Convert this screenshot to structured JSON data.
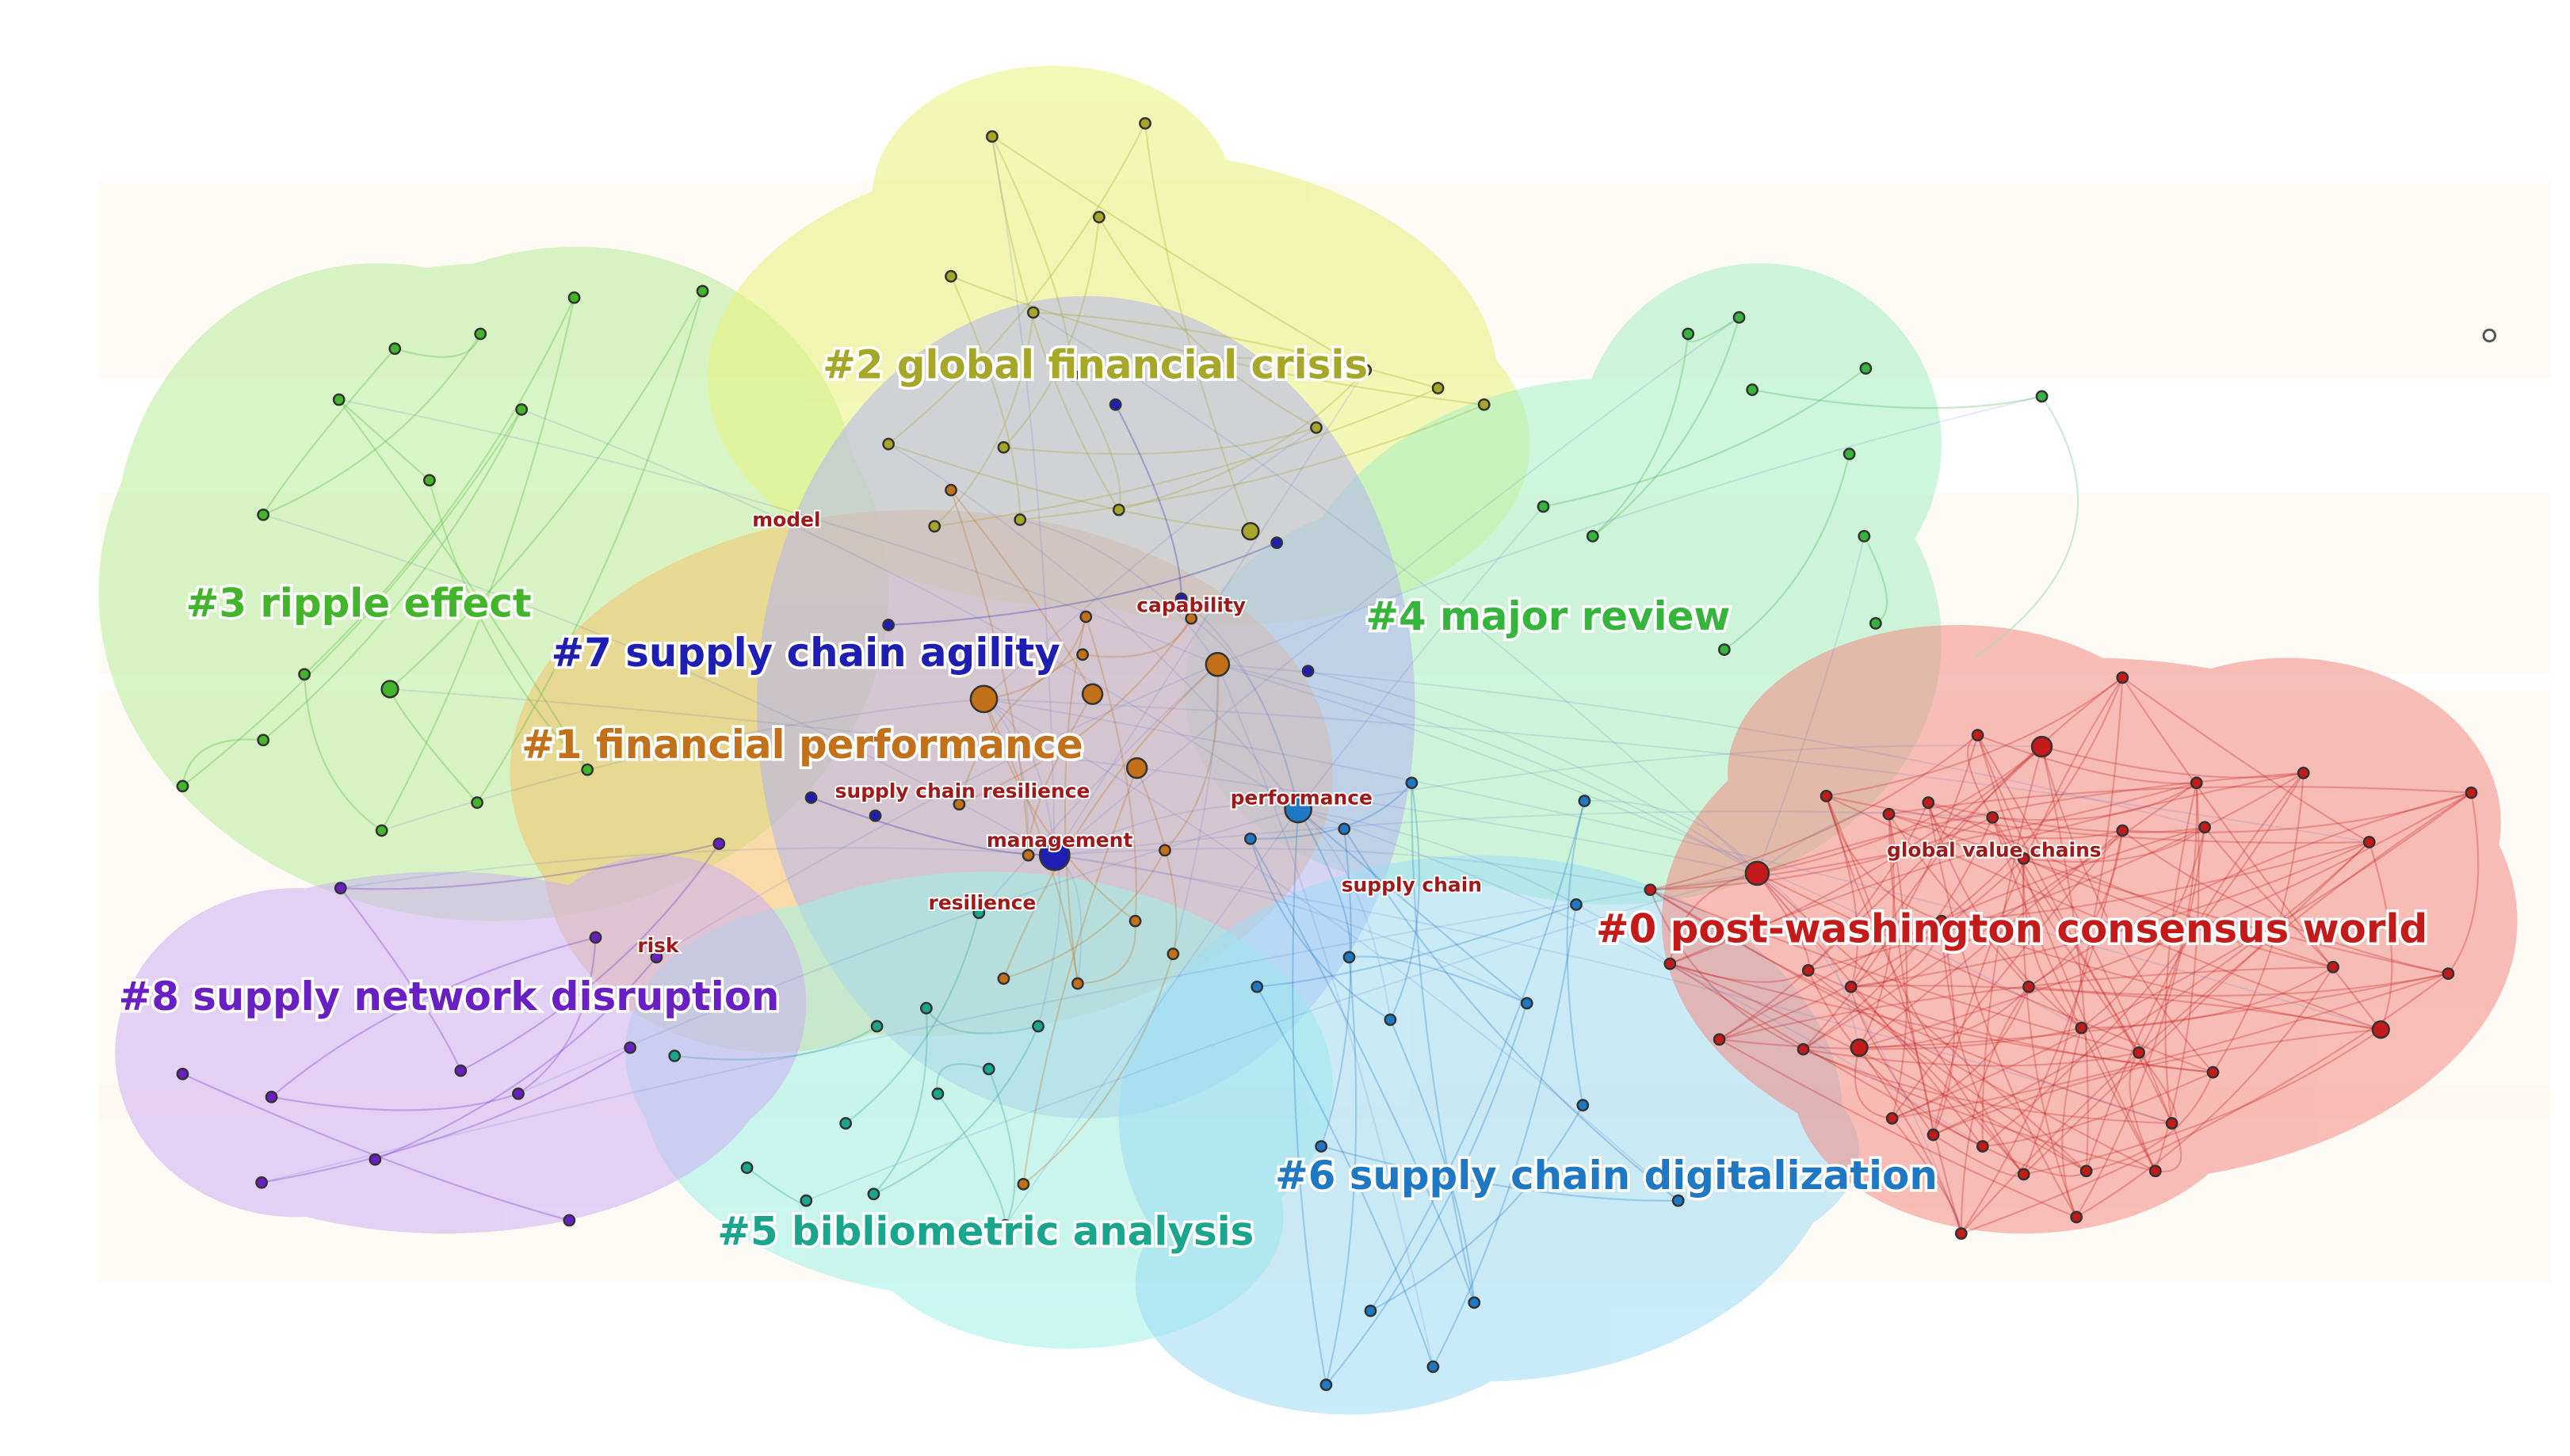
{
  "clusters": [
    {
      "id": 0,
      "label": "#0 post-washington consensus world",
      "color": "#c41a1a",
      "fill": "#f28b82"
    },
    {
      "id": 1,
      "label": "#1 financial performance",
      "color": "#c2711a",
      "fill": "#f5c26b"
    },
    {
      "id": 2,
      "label": "#2 global financial crisis",
      "color": "#a6a628",
      "fill": "#e8f27a"
    },
    {
      "id": 3,
      "label": "#3 ripple effect",
      "color": "#43b52a",
      "fill": "#b8ee9a"
    },
    {
      "id": 4,
      "label": "#4 major review",
      "color": "#36b53c",
      "fill": "#a6f0c2"
    },
    {
      "id": 5,
      "label": "#5 bibliometric analysis",
      "color": "#1aa68c",
      "fill": "#9ef2e6"
    },
    {
      "id": 6,
      "label": "#6 supply chain digitalization",
      "color": "#1e78c4",
      "fill": "#9edcf5"
    },
    {
      "id": 7,
      "label": "#7 supply chain agility",
      "color": "#1e1eb4",
      "fill": "#b4b4f0"
    },
    {
      "id": 8,
      "label": "#8 supply network disruption",
      "color": "#6a1fc4",
      "fill": "#cdb0f5"
    }
  ],
  "keywords": [
    "model",
    "capability",
    "supply chain resilience",
    "performance",
    "management",
    "global value chains",
    "supply chain",
    "resilience",
    "risk"
  ],
  "keyword_color": "#a01818",
  "node_stroke_color": "#333333"
}
